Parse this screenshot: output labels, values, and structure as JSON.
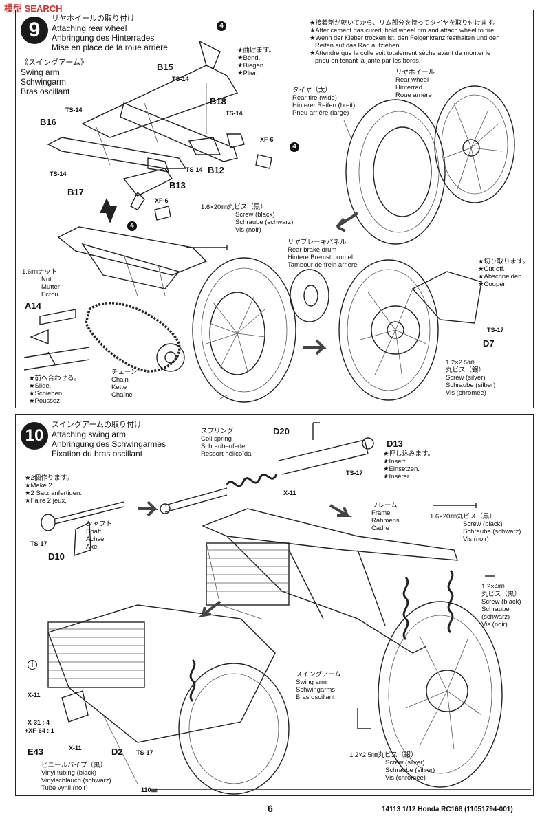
{
  "watermark": "模型 SEARCH",
  "step9": {
    "number": "9",
    "title": [
      "リヤホイールの取り付け",
      "Attaching rear wheel",
      "Anbringung des Hinterrades",
      "Mise en place de la roue arrière"
    ],
    "swing_arm": [
      "《スイングアーム》",
      "Swing arm",
      "Schwingarm",
      "Bras oscillant"
    ],
    "parts": {
      "b15": "B15",
      "b16": "B16",
      "b17": "B17",
      "b18": "B18",
      "b12": "B12",
      "b13": "B13",
      "a14": "A14",
      "d7": "D7"
    },
    "fasteners": {
      "ts14": "TS-14",
      "xf6": "XF-6",
      "ts17": "TS-17"
    },
    "callout": "4",
    "bend_note": [
      "★曲げます。",
      "★Bend.",
      "★Biegen.",
      "★Plier."
    ],
    "cement_note": [
      "★接着剤が乾いてから、リム部分を持ってタイヤを取り付けます。",
      "★After cement has cured, hold wheel rim and attach wheel to tire.",
      "★Wenn der Kleber trocken ist, den Felgenkranz festhalten und den",
      "Reifen auf das Rad aufziehen.",
      "★Attendre que la colle soit totalement sèche avant de monter le",
      "pneu en tenant la jante par les bords."
    ],
    "rear_wheel": [
      "リヤホイール",
      "Rear wheel",
      "Hinterrad",
      "Roue arrière"
    ],
    "tire": [
      "タイヤ（太）",
      "Rear tire (wide)",
      "Hinterer Reifen (breit)",
      "Pneu arrière (large)"
    ],
    "screw20": [
      "1.6×20㎜丸ビス（黒）",
      "Screw (black)",
      "Schraube (schwarz)",
      "Vis (noir)"
    ],
    "brake_drum": [
      "リヤブレーキパネル",
      "Rear brake drum",
      "Hintere Bremstrommel",
      "Tambour de frein arrière"
    ],
    "nut": [
      "1.6㎜ナット",
      "Nut",
      "Mutter",
      "Ecrou"
    ],
    "cutoff": [
      "★切り取ります。",
      "★Cut off.",
      "★Abschneiden.",
      "★Couper."
    ],
    "slide": [
      "★前へ合わせる。",
      "★Slide.",
      "★Schieben.",
      "★Poussez."
    ],
    "chain": [
      "チェーン",
      "Chain",
      "Kette",
      "Chaîne"
    ],
    "screw25": [
      "1.2×2.5㎜",
      "丸ビス（銀）",
      "Screw (silver)",
      "Schraube (silber)",
      "Vis (chromée)"
    ]
  },
  "step10": {
    "number": "10",
    "title": [
      "スイングアームの取り付け",
      "Attaching swing arm",
      "Anbringung des Schwingarmes",
      "Fixation du bras oscillant"
    ],
    "spring": [
      "スプリング",
      "Coil spring",
      "Schraubenfeder",
      "Ressort hélicoïdal"
    ],
    "parts": {
      "d20": "D20",
      "d13": "D13",
      "d10": "D10",
      "d2": "D2",
      "e43": "E43"
    },
    "fasteners": {
      "ts17": "TS-17",
      "x11": "X-11",
      "x31": "X-31 : 4",
      "xf64": "+XF-64 : 1"
    },
    "insert": [
      "★押し込みます。",
      "★Insert.",
      "★Einsetzen.",
      "★Insérer."
    ],
    "make2": [
      "★2個作ります。",
      "★Make 2.",
      "★2 Satz anfertigen.",
      "★Faire 2 jeux."
    ],
    "shaft": [
      "シャフト",
      "Shaft",
      "Achse",
      "Axe"
    ],
    "frame": [
      "フレーム",
      "Frame",
      "Rahmens",
      "Cadre"
    ],
    "screw20": [
      "1.6×20㎜丸ビス（黒）",
      "Screw (black)",
      "Schraube (schwarz)",
      "Vis (noir)"
    ],
    "screw4": [
      "1.2×4㎜",
      "丸ビス（黒）",
      "Screw (black)",
      "Schraube",
      "(schwarz)",
      "Vis (noir)"
    ],
    "swing_arm": [
      "スイングアーム",
      "Swing arm",
      "Schwingarms",
      "Bras oscillant"
    ],
    "screw25": [
      "1.2×2.5㎜丸ビス（銀）",
      "Screw (silver)",
      "Schraube (silber)",
      "Vis (chromée)"
    ],
    "tubing": [
      "ビニールパイプ（黒）",
      "Vinyl tubing (black)",
      "Vinylschlauch (schwarz)",
      "Tube vynil (noir)"
    ],
    "circle_i": "Ⅰ",
    "ruler": "110㎜"
  },
  "footer": {
    "page": "6",
    "code": "14113  1/12 Honda RC166 (11051794-001)"
  }
}
